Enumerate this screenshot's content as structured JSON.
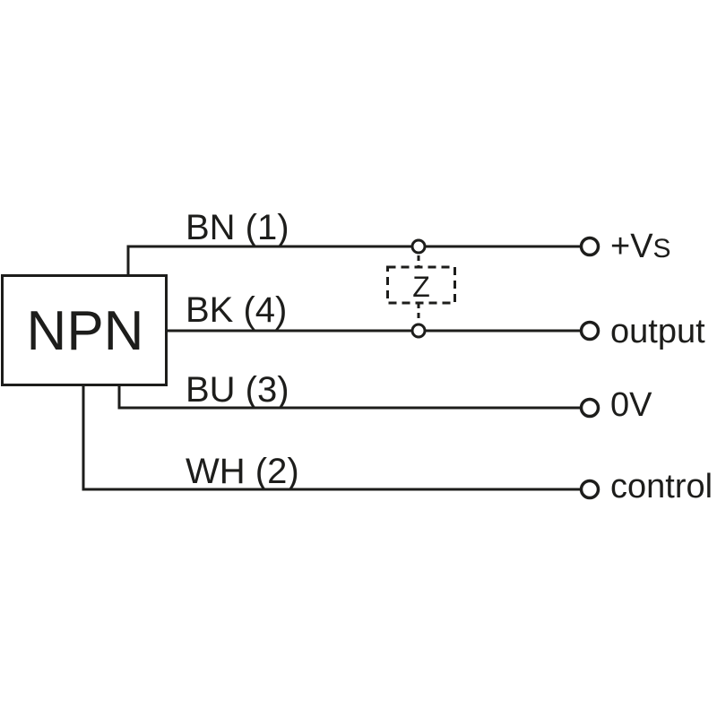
{
  "device": {
    "label": "NPN"
  },
  "impedance": {
    "label": "Z"
  },
  "wires": [
    {
      "label": "BN (1)",
      "terminal": "+V",
      "terminal_sub": "S"
    },
    {
      "label": "BK (4)",
      "terminal": "output",
      "terminal_sub": ""
    },
    {
      "label": "BU (3)",
      "terminal": "0V",
      "terminal_sub": ""
    },
    {
      "label": "WH (2)",
      "terminal": "control",
      "terminal_sub": ""
    }
  ],
  "colors": {
    "line": "#1d1d1b",
    "background": "#ffffff"
  }
}
